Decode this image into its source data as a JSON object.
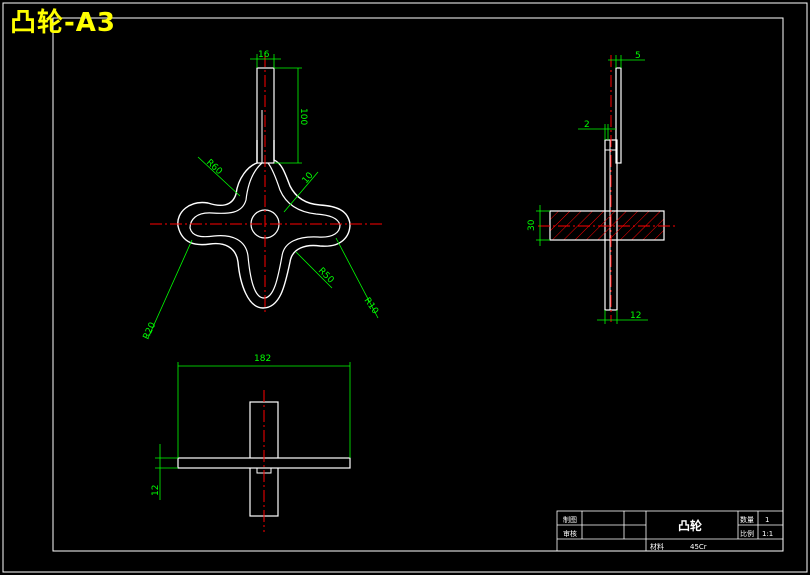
{
  "drawing": {
    "title": "凸轮-A3",
    "colors": {
      "background": "#000000",
      "outline": "#ffffff",
      "centerline": "#ff0000",
      "dimension": "#00ff00",
      "title": "#ffff00",
      "hatch": "#ff0000"
    }
  },
  "dimensions": {
    "top_width": "16",
    "arm_length": "100",
    "fillet_r60": "R60",
    "thickness_10": "10",
    "fillet_r50": "R50",
    "fillet_r10": "R10",
    "fillet_r20": "R20",
    "side_thickness": "5",
    "side_offset": "2",
    "hub_height": "30",
    "side_bottom_width": "12",
    "overall_length": "182",
    "plate_thickness": "12"
  },
  "title_block": {
    "designer_label": "制图",
    "checker_label": "审核",
    "part_name": "凸轮",
    "quantity_label": "数量",
    "quantity_value": "1",
    "scale_label": "比例",
    "scale_value": "1:1",
    "material_label": "材料",
    "material_value": "45Cr"
  }
}
